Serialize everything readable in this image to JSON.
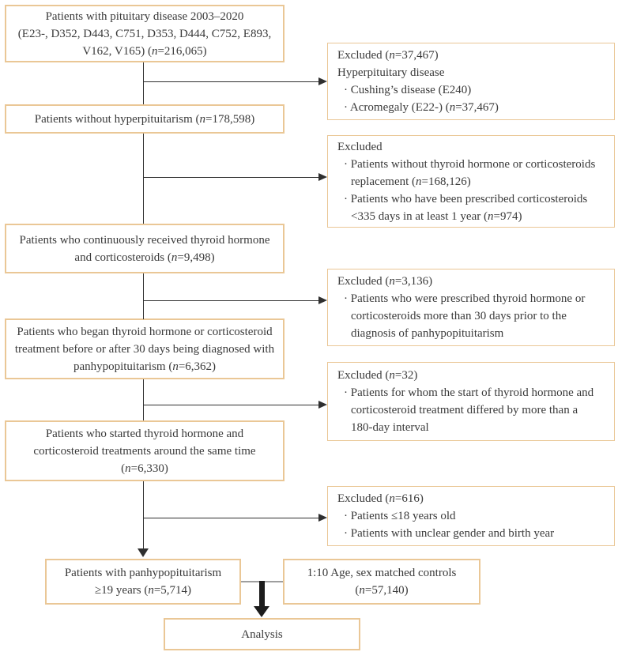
{
  "colors": {
    "box_border": "#eac796",
    "line": "#2f2f2f",
    "thick": "#1c1c1c",
    "connector": "#9e9e9e",
    "text": "#3a3a3a",
    "bg": "#ffffff"
  },
  "boxes": {
    "pituitary": {
      "lines": [
        "Patients with pituitary disease 2003–2020",
        "(E23-, D352, D443, C751, D353, D444, C752, E893,",
        "V162, V165) (n=216,065)"
      ]
    },
    "without_hyper": {
      "lines": [
        "Patients without hyperpituitarism (n=178,598)"
      ]
    },
    "continuous": {
      "lines": [
        "Patients who continuously received thyroid hormone",
        "and corticosteroids (n=9,498)"
      ]
    },
    "began": {
      "lines": [
        "Patients who began thyroid hormone or corticosteroid",
        "treatment before or after 30 days being diagnosed with",
        "panhypopituitarism (n=6,362)"
      ]
    },
    "same_time": {
      "lines": [
        "Patients who started thyroid hormone and",
        "corticosteroid treatments around the same time",
        "(n=6,330)"
      ]
    },
    "final_cohort": {
      "lines": [
        "Patients with panhypopituitarism",
        "≥19 years (n=5,714)"
      ]
    },
    "controls": {
      "lines": [
        "1:10 Age, sex matched controls",
        "(n=57,140)"
      ]
    },
    "analysis": {
      "lines": [
        "Analysis"
      ]
    }
  },
  "exclusions": {
    "e1": {
      "lines": [
        "Excluded (n=37,467)",
        "Hyperpituitary disease",
        "· Cushing’s disease (E240)",
        "· Acromegaly (E22-) (n=37,467)"
      ]
    },
    "e2": {
      "lines": [
        "Excluded",
        "· Patients without thyroid hormone or corticosteroids",
        "replacement (n=168,126)",
        "· Patients who have been prescribed corticosteroids",
        "<335 days in at least 1 year (n=974)"
      ]
    },
    "e3": {
      "lines": [
        "Excluded (n=3,136)",
        "· Patients who were prescribed thyroid hormone or",
        "corticosteroids more than 30 days prior to the",
        "diagnosis of panhypopituitarism"
      ]
    },
    "e4": {
      "lines": [
        "Excluded (n=32)",
        "· Patients for whom the start of thyroid hormone and",
        "corticosteroid treatment differed by more than a",
        "180-day interval"
      ]
    },
    "e5": {
      "lines": [
        "Excluded (n=616)",
        "· Patients ≤18 years old",
        "· Patients with unclear gender and birth year"
      ]
    }
  }
}
